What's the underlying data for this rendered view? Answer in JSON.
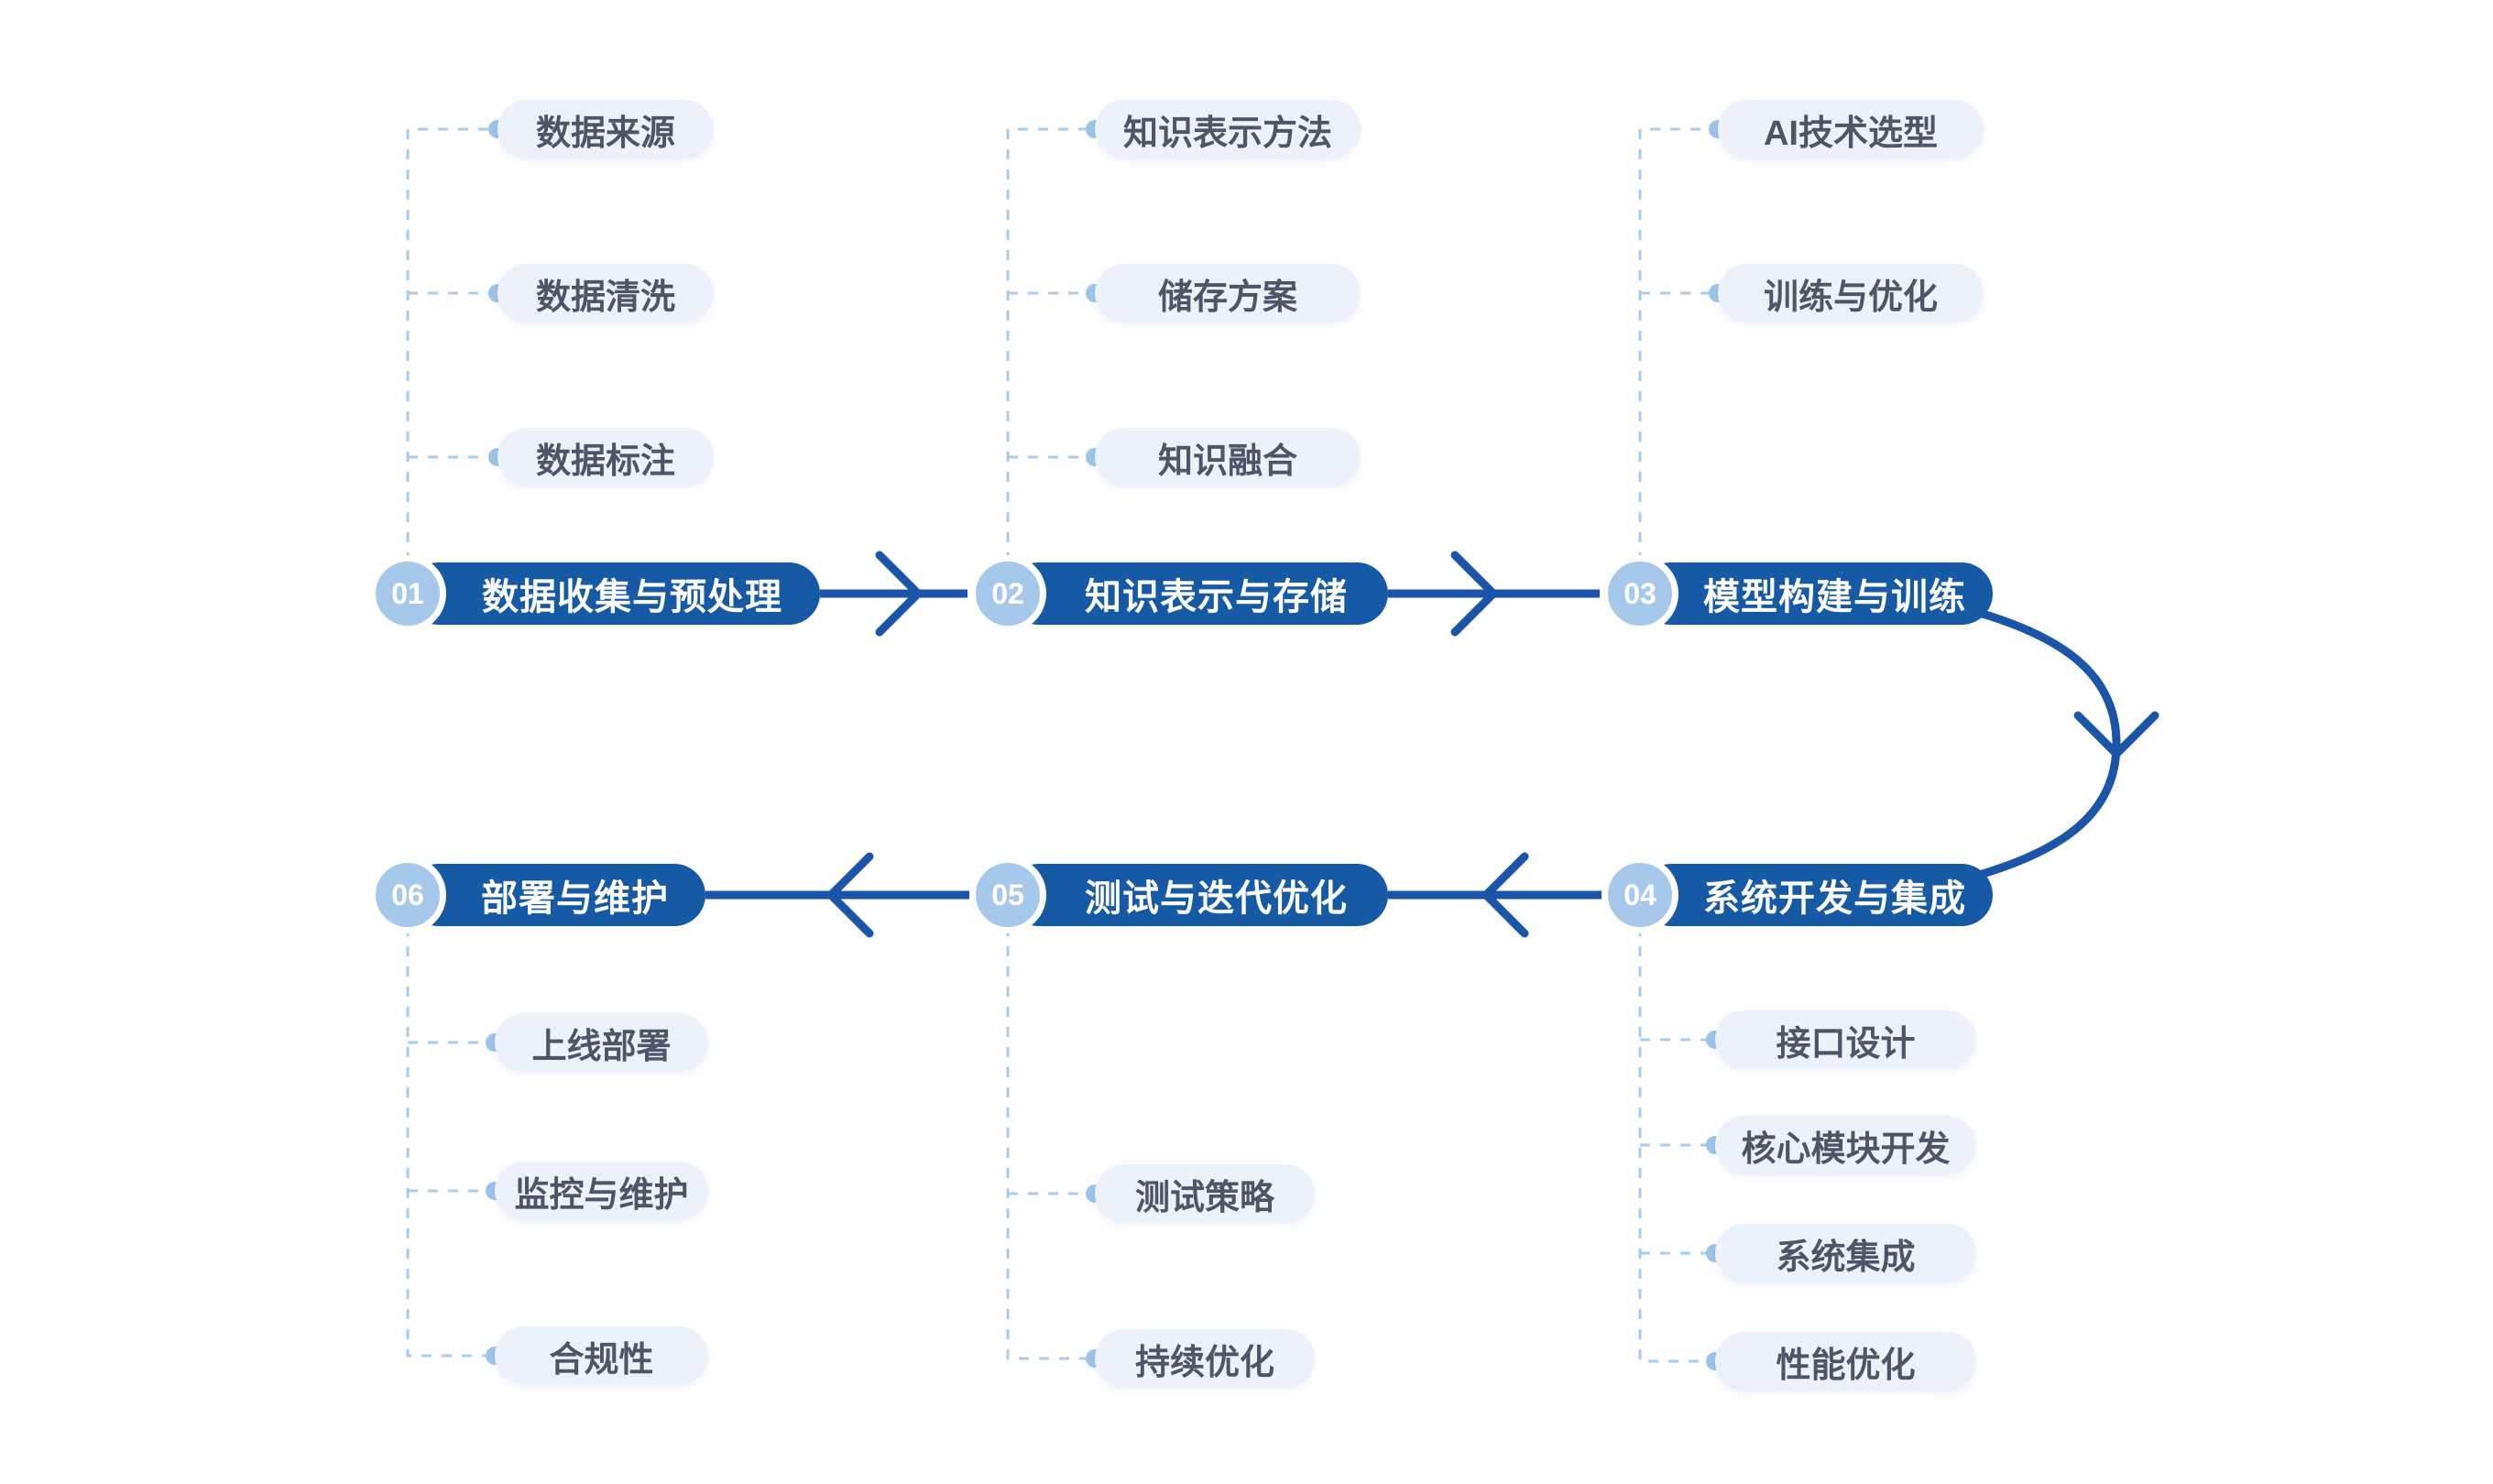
{
  "diagram": {
    "type": "process-flow",
    "colors": {
      "background": "#ffffff",
      "node_fill": "#1659a4",
      "node_text": "#ffffff",
      "badge_fill": "#a6c8ea",
      "badge_text": "#ffffff",
      "sub_pill_fill": "#edf2fa",
      "sub_pill_text": "#4d5566",
      "connector": "#1b55a9",
      "dashed": "#aacbe9",
      "dot": "#9cc3e8"
    },
    "stages": [
      {
        "number": "01",
        "label": "数据收集与预处理",
        "items": [
          "数据来源",
          "数据清洗",
          "数据标注"
        ]
      },
      {
        "number": "02",
        "label": "知识表示与存储",
        "items": [
          "知识表示方法",
          "储存方案",
          "知识融合"
        ]
      },
      {
        "number": "03",
        "label": "模型构建与训练",
        "items": [
          "AI技术选型",
          "训练与优化"
        ]
      },
      {
        "number": "04",
        "label": "系统开发与集成",
        "items": [
          "接口设计",
          "核心模块开发",
          "系统集成",
          "性能优化"
        ]
      },
      {
        "number": "05",
        "label": "测试与迭代优化",
        "items": [
          "测试策略",
          "持续优化"
        ]
      },
      {
        "number": "06",
        "label": "部署与维护",
        "items": [
          "上线部署",
          "监控与维护",
          "合规性"
        ]
      }
    ]
  }
}
